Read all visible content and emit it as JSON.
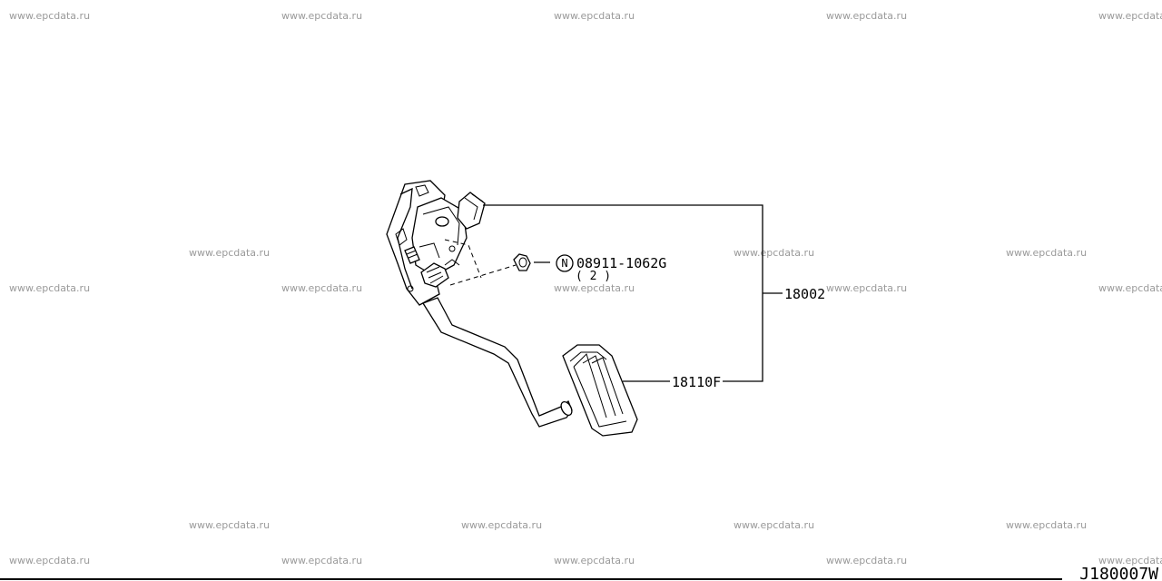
{
  "watermark": "www.epcdata.ru",
  "parts": {
    "nut_part_number": "08911-1062G",
    "nut_quantity": "( 2 )",
    "nut_marker": "N",
    "pedal_assembly": "18002",
    "pedal_pad": "18110F"
  },
  "diagram_code": "J180007W"
}
